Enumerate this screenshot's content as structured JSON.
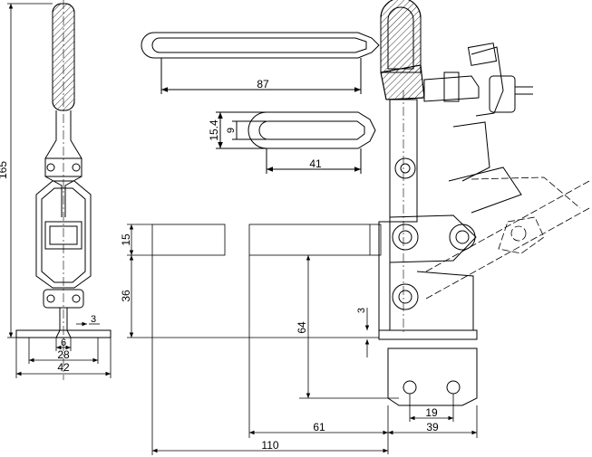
{
  "drawing": {
    "dimensions": {
      "overall_height": "165",
      "width_6": "6",
      "width_28": "28",
      "width_42": "42",
      "thickness_3_front": "3",
      "handle_length_87": "87",
      "slot_15_4": "15.4",
      "slot_9": "9",
      "slot_length_41": "41",
      "height_15": "15",
      "height_36": "36",
      "reach_64": "64",
      "plate_3": "3",
      "hole_spacing_19": "19",
      "base_39": "39",
      "reach_61": "61",
      "total_110": "110"
    },
    "colors": {
      "line": "#000000",
      "hatch": "#000000",
      "background": "#ffffff"
    }
  }
}
